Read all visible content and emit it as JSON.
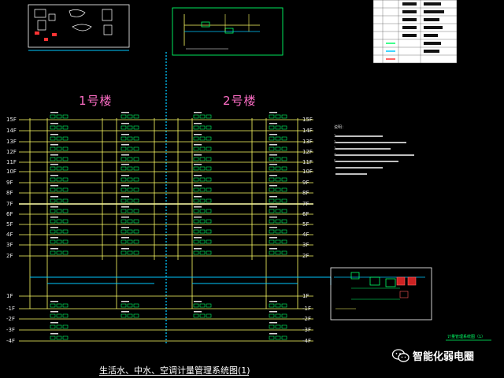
{
  "drawing_title": "生活水、中水、空调计量管理系统图(1)",
  "buildings": [
    {
      "label": "1号楼"
    },
    {
      "label": "2号楼"
    }
  ],
  "floors_left": [
    "15F",
    "14F",
    "13F",
    "12F",
    "11F",
    "10F",
    "9F",
    "8F",
    "7F",
    "6F",
    "5F",
    "4F",
    "3F",
    "2F",
    "1F",
    "-1F",
    "-2F",
    "-3F",
    "-4F"
  ],
  "floors_right": [
    "15F",
    "14F",
    "13F",
    "12F",
    "11F",
    "10F",
    "9F",
    "8F",
    "7F",
    "6F",
    "5F",
    "4F",
    "3F",
    "2F",
    "1F",
    "-1F",
    "-2F",
    "-3F",
    "-4F"
  ],
  "notes_heading": "说明：",
  "notes_lines": [
    "1.",
    "2.",
    "3.",
    "4.",
    "5."
  ],
  "watermark": "智能化弱电圈",
  "right_box_caption": "计量管理系统图（1）",
  "colors": {
    "floor_line": "#ffff66",
    "riser_main": "#00c8ff",
    "equipment": "#00ff66",
    "frame_line": "#ffffff",
    "building_label": "#ff6ec7",
    "legend_bg": "#ffffff"
  },
  "icons": {
    "watermark_icon": "wechat-icon"
  }
}
